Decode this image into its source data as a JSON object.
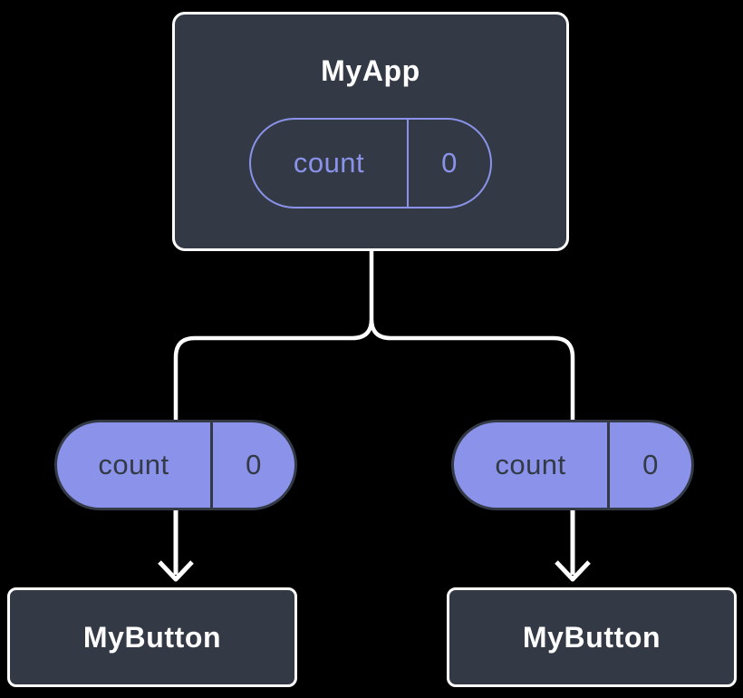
{
  "colors": {
    "background": "#000000",
    "node_fill": "#333a46",
    "node_border": "#ffffff",
    "node_text": "#ffffff",
    "accent_purple": "#8a93e9",
    "pill_dark_text": "#333a46",
    "connector": "#ffffff"
  },
  "tree": {
    "root": {
      "title": "MyApp",
      "state": {
        "label": "count",
        "value": "0"
      }
    },
    "props": [
      {
        "label": "count",
        "value": "0"
      },
      {
        "label": "count",
        "value": "0"
      }
    ],
    "children": [
      {
        "title": "MyButton"
      },
      {
        "title": "MyButton"
      }
    ]
  }
}
